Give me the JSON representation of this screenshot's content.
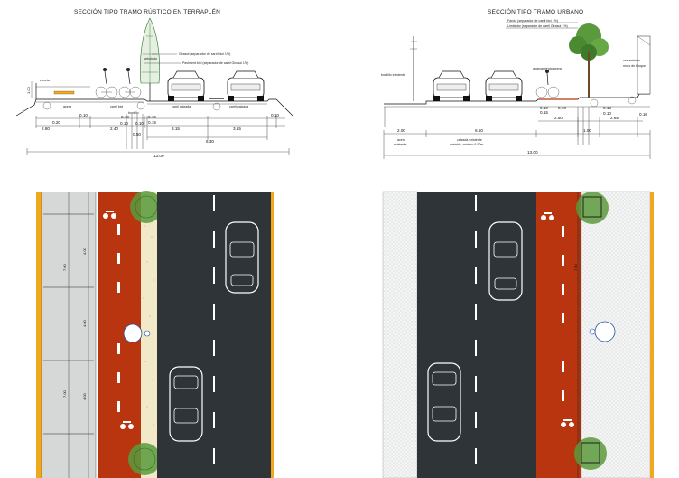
{
  "titles": {
    "left": "SECCIÓN TIPO TRAMO RÚSTICO EN TERRAPLÉN",
    "right": "SECCIÓN TIPO TRAMO URBANO"
  },
  "left_section": {
    "dims_low": [
      "0.20",
      "2.80",
      "0.10",
      "2.40",
      "0.15",
      "3.15",
      "3.15",
      "0.10"
    ],
    "dims_mid": [
      "0.10",
      "0.10",
      "0.10",
      "0.15"
    ],
    "dim_sub": "0.50",
    "total_roadway": "6.30",
    "total": "13.00",
    "label_acera": "acera",
    "label_carril_bici": "carril bici",
    "label_carril_calzada": "carril calzada",
    "label_bordillo": "bordillo",
    "label_height": "1.00",
    "notes": [
      "Girasol (separador de carril bici 1%)",
      "Paviment.bici (separador de carril Girasol 1%)",
      "arbolado",
      "cuneta"
    ]
  },
  "right_section": {
    "dims_low": [
      "2.00",
      "6.50",
      "0.15",
      "2.50",
      "1.00",
      "2.65",
      "0.10"
    ],
    "dims_mid": [
      "0.10",
      "0.10",
      "0.10",
      "0.10"
    ],
    "total": "13.00",
    "label_acera_1": "acera",
    "label_acera_2": "existente",
    "label_calzada_1": "calzada existente",
    "label_calzada_2": "variable, mínimo 6.50m",
    "notes": [
      "Farola (separador de carril bici 1%)",
      "Limitador (separador de carril Girasol 1%)",
      "aparcamiento acera",
      "bordillo existente",
      "cerramiento",
      "muro de bloque"
    ]
  },
  "plan_left": {
    "dims": [
      "7.00",
      "4.00",
      "4.00",
      "7.00",
      "4.00"
    ]
  },
  "plan_right": {
    "dims": [
      "7.00"
    ]
  },
  "colors": {
    "bike_lane": "#b8350f",
    "asphalt": "#2f3438",
    "sidewalk_grey": "#d6d8d7",
    "kerb_yellow": "#f0a81e",
    "gravel": "#f1e9c7",
    "tree_green": "#5a9a3c"
  }
}
